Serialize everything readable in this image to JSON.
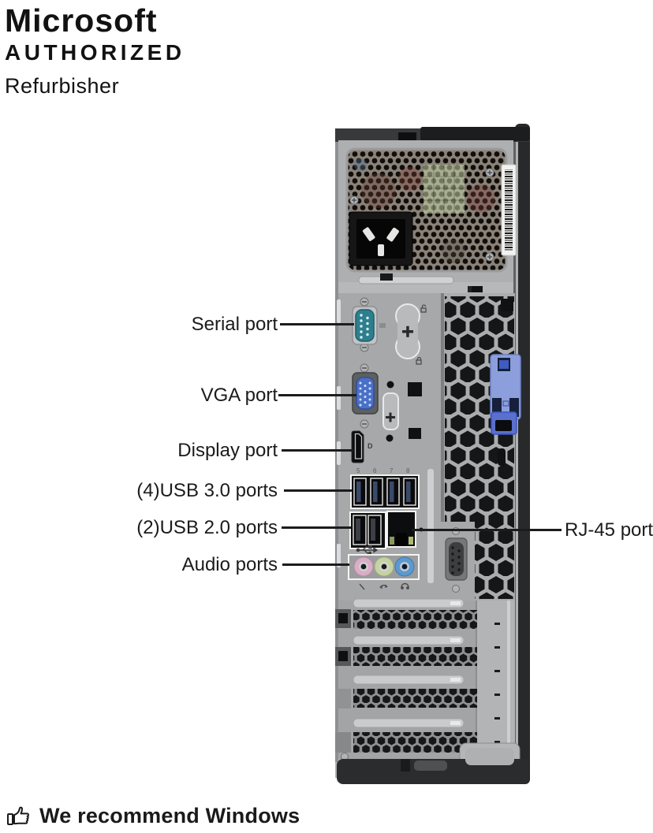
{
  "logo": {
    "brand": "Microsoft",
    "authorized": "AUTHORIZED",
    "refurbisher": "Refurbisher"
  },
  "diagram": {
    "labels": [
      {
        "id": "serial-port",
        "text": "Serial port"
      },
      {
        "id": "vga-port",
        "text": "VGA port"
      },
      {
        "id": "display-port",
        "text": "Display port"
      },
      {
        "id": "usb3-ports",
        "text": "(4)USB 3.0 ports"
      },
      {
        "id": "usb2-ports",
        "text": "(2)USB 2.0 ports"
      },
      {
        "id": "audio-ports",
        "text": "Audio ports"
      },
      {
        "id": "rj45-port",
        "text": "RJ-45 port"
      }
    ],
    "usb_numbers": [
      "5",
      "6",
      "7",
      "8"
    ],
    "dp_logo": "D",
    "colors": {
      "serial_port_teal": "#2E7F8E",
      "vga_port_blue": "#4A70C8",
      "audio_pink": "#D9AEC6",
      "audio_green": "#C6D2A2",
      "audio_blue": "#5B9AD0",
      "latch_blue": "#8D9EDD",
      "case_silver": "#B0B2B4",
      "label_color": "#1B1B1B"
    }
  },
  "footer": {
    "recommend": "We recommend Windows"
  }
}
